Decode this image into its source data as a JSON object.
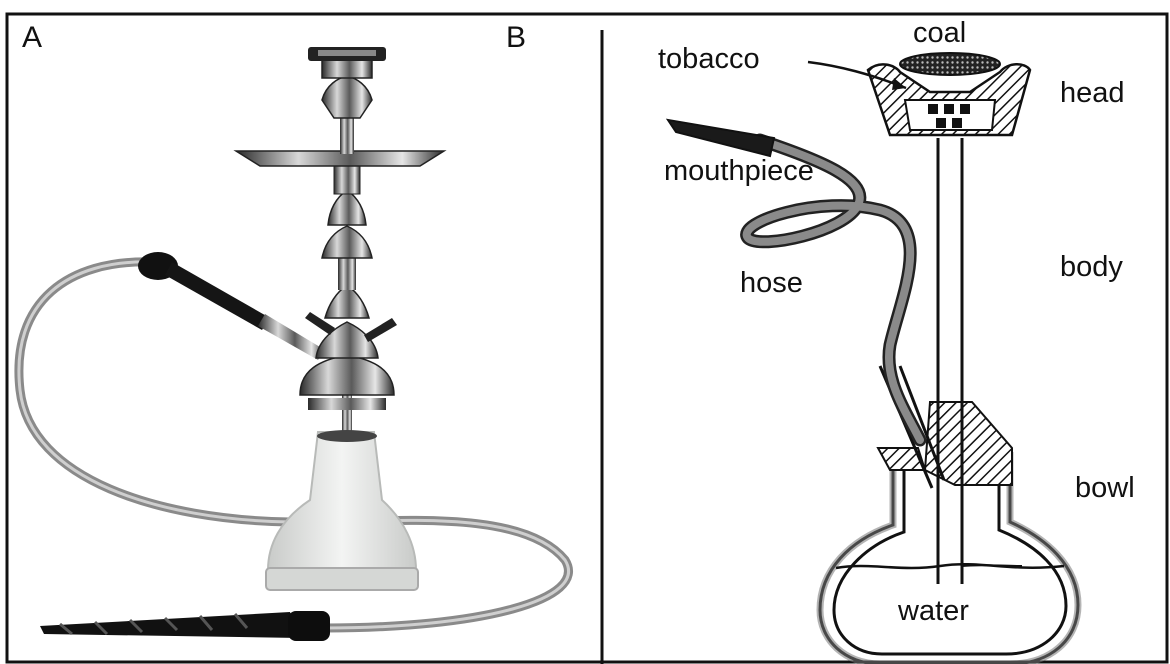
{
  "panels": {
    "a": {
      "letter": "A"
    },
    "b": {
      "letter": "B"
    }
  },
  "labels": {
    "coal": "coal",
    "tobacco": "tobacco",
    "head": "head",
    "mouthpiece": "mouthpiece",
    "body": "body",
    "hose": "hose",
    "bowl": "bowl",
    "water": "water"
  },
  "colors": {
    "line": "#111111",
    "hose": "#777777",
    "glass": "#e4e6e4",
    "metal_dark": "#1a1a1a",
    "metal_light": "#c8c8c8"
  }
}
